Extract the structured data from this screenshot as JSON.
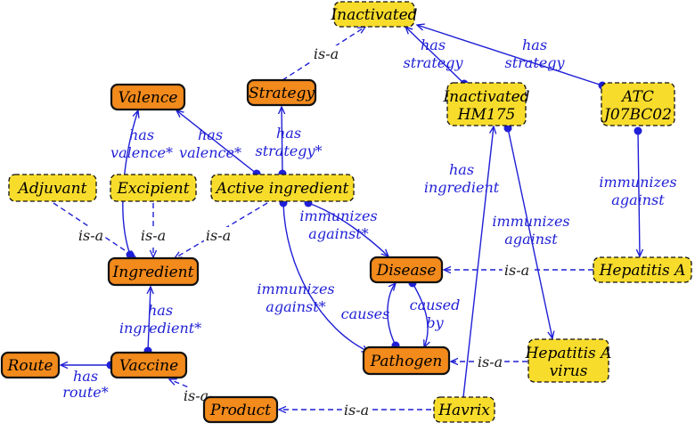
{
  "colors": {
    "class_fill": "#f28a1c",
    "instance_fill": "#f8dc2c",
    "border": "#111111",
    "relation": "#1f1fd6",
    "isa": "#1a1a1a"
  },
  "nodes": [
    {
      "id": "inactivated",
      "kind": "instance",
      "label": "Inactivated"
    },
    {
      "id": "valence",
      "kind": "class",
      "label": "Valence"
    },
    {
      "id": "strategy",
      "kind": "class",
      "label": "Strategy"
    },
    {
      "id": "inactivated_hm175",
      "kind": "instance",
      "label": "Inactivated",
      "label2": "HM175"
    },
    {
      "id": "atc",
      "kind": "instance",
      "label": "ATC",
      "label2": "J07BC02"
    },
    {
      "id": "adjuvant",
      "kind": "instance",
      "label": "Adjuvant"
    },
    {
      "id": "excipient",
      "kind": "instance",
      "label": "Excipient"
    },
    {
      "id": "active_ingredient",
      "kind": "instance",
      "label": "Active ingredient"
    },
    {
      "id": "ingredient",
      "kind": "class",
      "label": "Ingredient"
    },
    {
      "id": "disease",
      "kind": "class",
      "label": "Disease"
    },
    {
      "id": "hepatitis_a",
      "kind": "instance",
      "label": "Hepatitis A"
    },
    {
      "id": "route",
      "kind": "class",
      "label": "Route"
    },
    {
      "id": "vaccine",
      "kind": "class",
      "label": "Vaccine"
    },
    {
      "id": "pathogen",
      "kind": "class",
      "label": "Pathogen"
    },
    {
      "id": "hepatitis_a_virus",
      "kind": "instance",
      "label": "Hepatitis A",
      "label2": "virus"
    },
    {
      "id": "product",
      "kind": "class",
      "label": "Product"
    },
    {
      "id": "havrix",
      "kind": "instance",
      "label": "Havrix"
    }
  ],
  "edges": [
    {
      "id": "e1",
      "from": "strategy",
      "to": "inactivated",
      "type": "is-a",
      "label": "is-a"
    },
    {
      "id": "e2",
      "from": "inactivated_hm175",
      "to": "inactivated",
      "type": "relation",
      "label": "has",
      "label2": "strategy"
    },
    {
      "id": "e3",
      "from": "atc",
      "to": "inactivated",
      "type": "relation",
      "label": "has",
      "label2": "strategy"
    },
    {
      "id": "e4",
      "from": "ingredient",
      "to": "valence",
      "type": "relation",
      "label": "has",
      "label2": "valence*"
    },
    {
      "id": "e5",
      "from": "active_ingredient",
      "to": "valence",
      "type": "relation",
      "label": "has",
      "label2": "valence*"
    },
    {
      "id": "e6",
      "from": "active_ingredient",
      "to": "strategy",
      "type": "relation",
      "label": "has",
      "label2": "strategy*"
    },
    {
      "id": "e7",
      "from": "adjuvant",
      "to": "ingredient",
      "type": "is-a",
      "label": "is-a"
    },
    {
      "id": "e8",
      "from": "excipient",
      "to": "ingredient",
      "type": "is-a",
      "label": "is-a"
    },
    {
      "id": "e9",
      "from": "active_ingredient",
      "to": "ingredient",
      "type": "is-a",
      "label": "is-a"
    },
    {
      "id": "e10",
      "from": "active_ingredient",
      "to": "disease",
      "type": "relation",
      "label": "immunizes",
      "label2": "against*"
    },
    {
      "id": "e11",
      "from": "active_ingredient",
      "to": "pathogen",
      "type": "relation",
      "label": "immunizes",
      "label2": "against*"
    },
    {
      "id": "e12",
      "from": "vaccine",
      "to": "ingredient",
      "type": "relation",
      "label": "has",
      "label2": "ingredient*"
    },
    {
      "id": "e13",
      "from": "vaccine",
      "to": "route",
      "type": "relation",
      "label": "has",
      "label2": "route*"
    },
    {
      "id": "e14",
      "from": "product",
      "to": "vaccine",
      "type": "is-a",
      "label": "is-a"
    },
    {
      "id": "e15",
      "from": "havrix",
      "to": "product",
      "type": "is-a",
      "label": "is-a"
    },
    {
      "id": "e16",
      "from": "hepatitis_a",
      "to": "disease",
      "type": "is-a",
      "label": "is-a"
    },
    {
      "id": "e17",
      "from": "hepatitis_a_virus",
      "to": "pathogen",
      "type": "is-a",
      "label": "is-a"
    },
    {
      "id": "e18",
      "from": "atc",
      "to": "hepatitis_a",
      "type": "relation",
      "label": "immunizes",
      "label2": "against"
    },
    {
      "id": "e19",
      "from": "inactivated_hm175",
      "to": "hepatitis_a_virus",
      "type": "relation",
      "label": "immunizes",
      "label2": "against"
    },
    {
      "id": "e20",
      "from": "havrix",
      "to": "inactivated_hm175",
      "type": "relation",
      "label": "has",
      "label2": "ingredient"
    },
    {
      "id": "e21",
      "from": "pathogen",
      "to": "disease",
      "type": "relation",
      "label": "causes"
    },
    {
      "id": "e22",
      "from": "disease",
      "to": "pathogen",
      "type": "relation",
      "label": "caused",
      "label2": "by"
    }
  ]
}
